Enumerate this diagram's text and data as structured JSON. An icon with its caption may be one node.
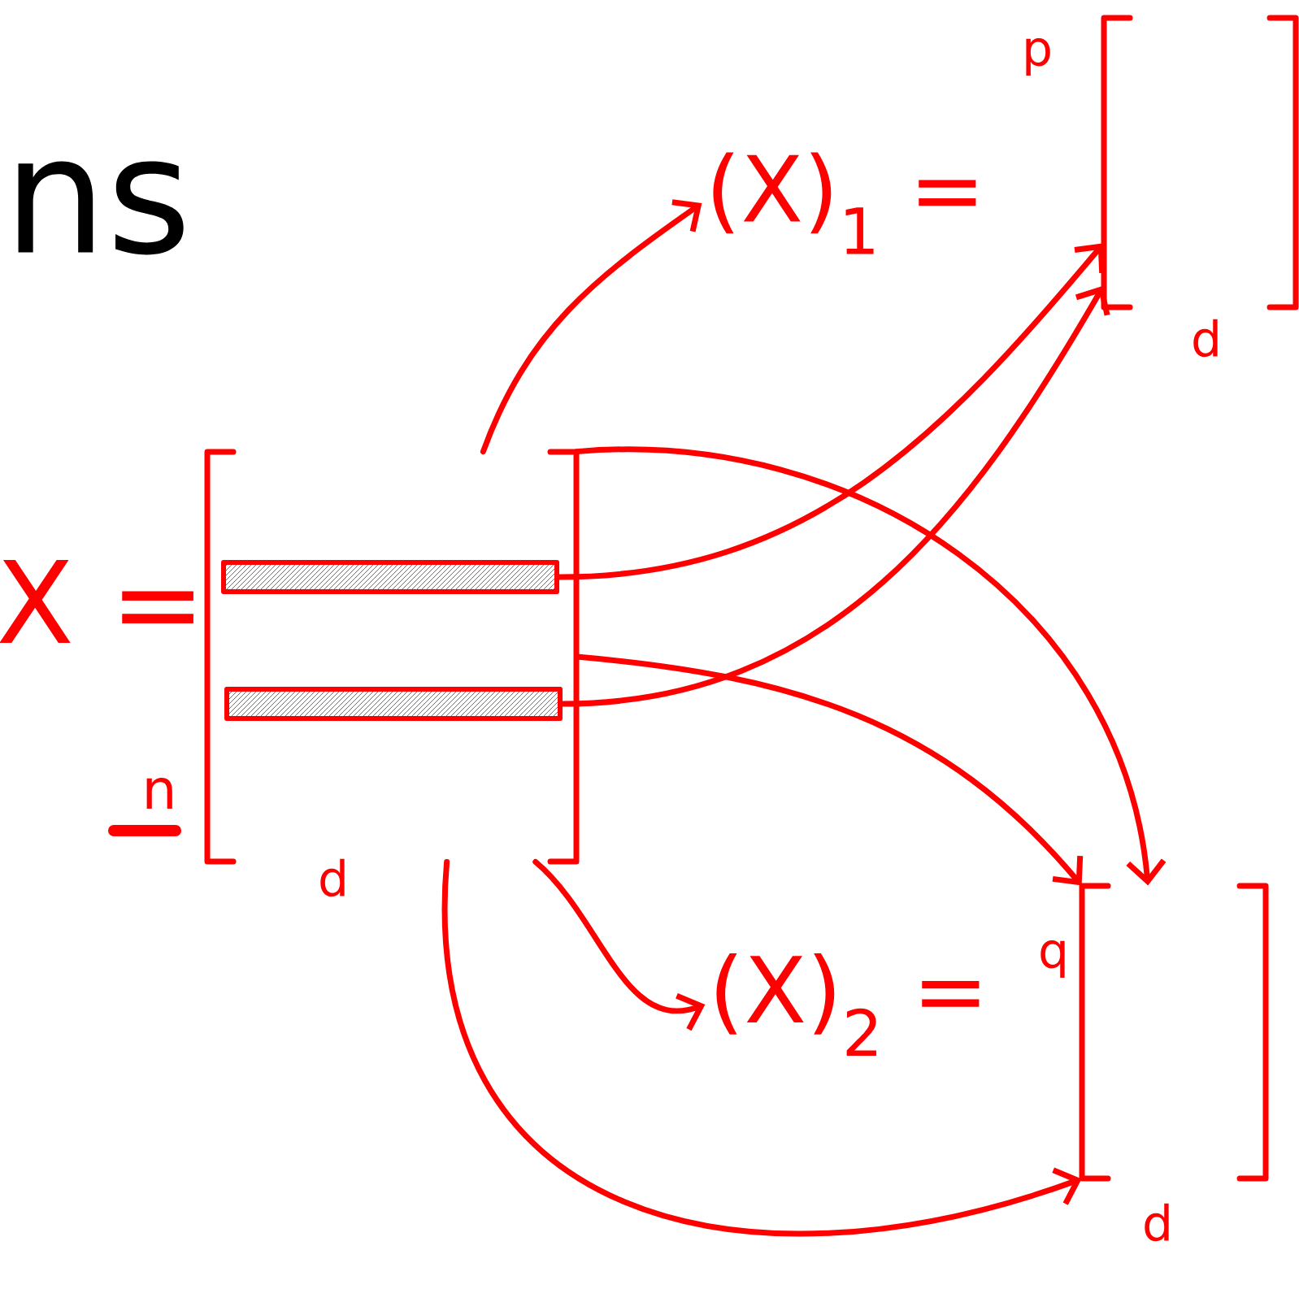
{
  "diagram": {
    "nodes": [
      {
        "text": [],
        "shape": "box",
        "beside": [
          "X =",
          "n",
          "d"
        ]
      },
      {
        "text": [],
        "shape": "bar",
        "in": 0
      },
      {
        "text": [],
        "shape": "bar",
        "in": 0
      },
      {
        "text": [
          "(X)$_{1}$ ="
        ]
      },
      {
        "text": [],
        "shape": "box",
        "beside": [
          "p",
          "d"
        ]
      },
      {
        "text": [
          "(X)$_{2}$ ="
        ]
      },
      {
        "text": [],
        "shape": "box",
        "beside": [
          "q",
          "d"
        ]
      }
    ],
    "edges": [
      {
        "from": 0,
        "to": 3,
        "arrow": "to"
      },
      {
        "from": 1,
        "to": 4,
        "arrow": "to"
      },
      {
        "from": 2,
        "to": 4,
        "arrow": "to"
      },
      {
        "from": 0,
        "to": 6,
        "arrow": "to"
      },
      {
        "from": 0,
        "to": 6,
        "arrow": "to"
      },
      {
        "from": 0,
        "to": 5,
        "arrow": "to"
      },
      {
        "from": 0,
        "to": 6,
        "arrow": "to"
      }
    ],
    "labels": [
      "ns"
    ]
  }
}
